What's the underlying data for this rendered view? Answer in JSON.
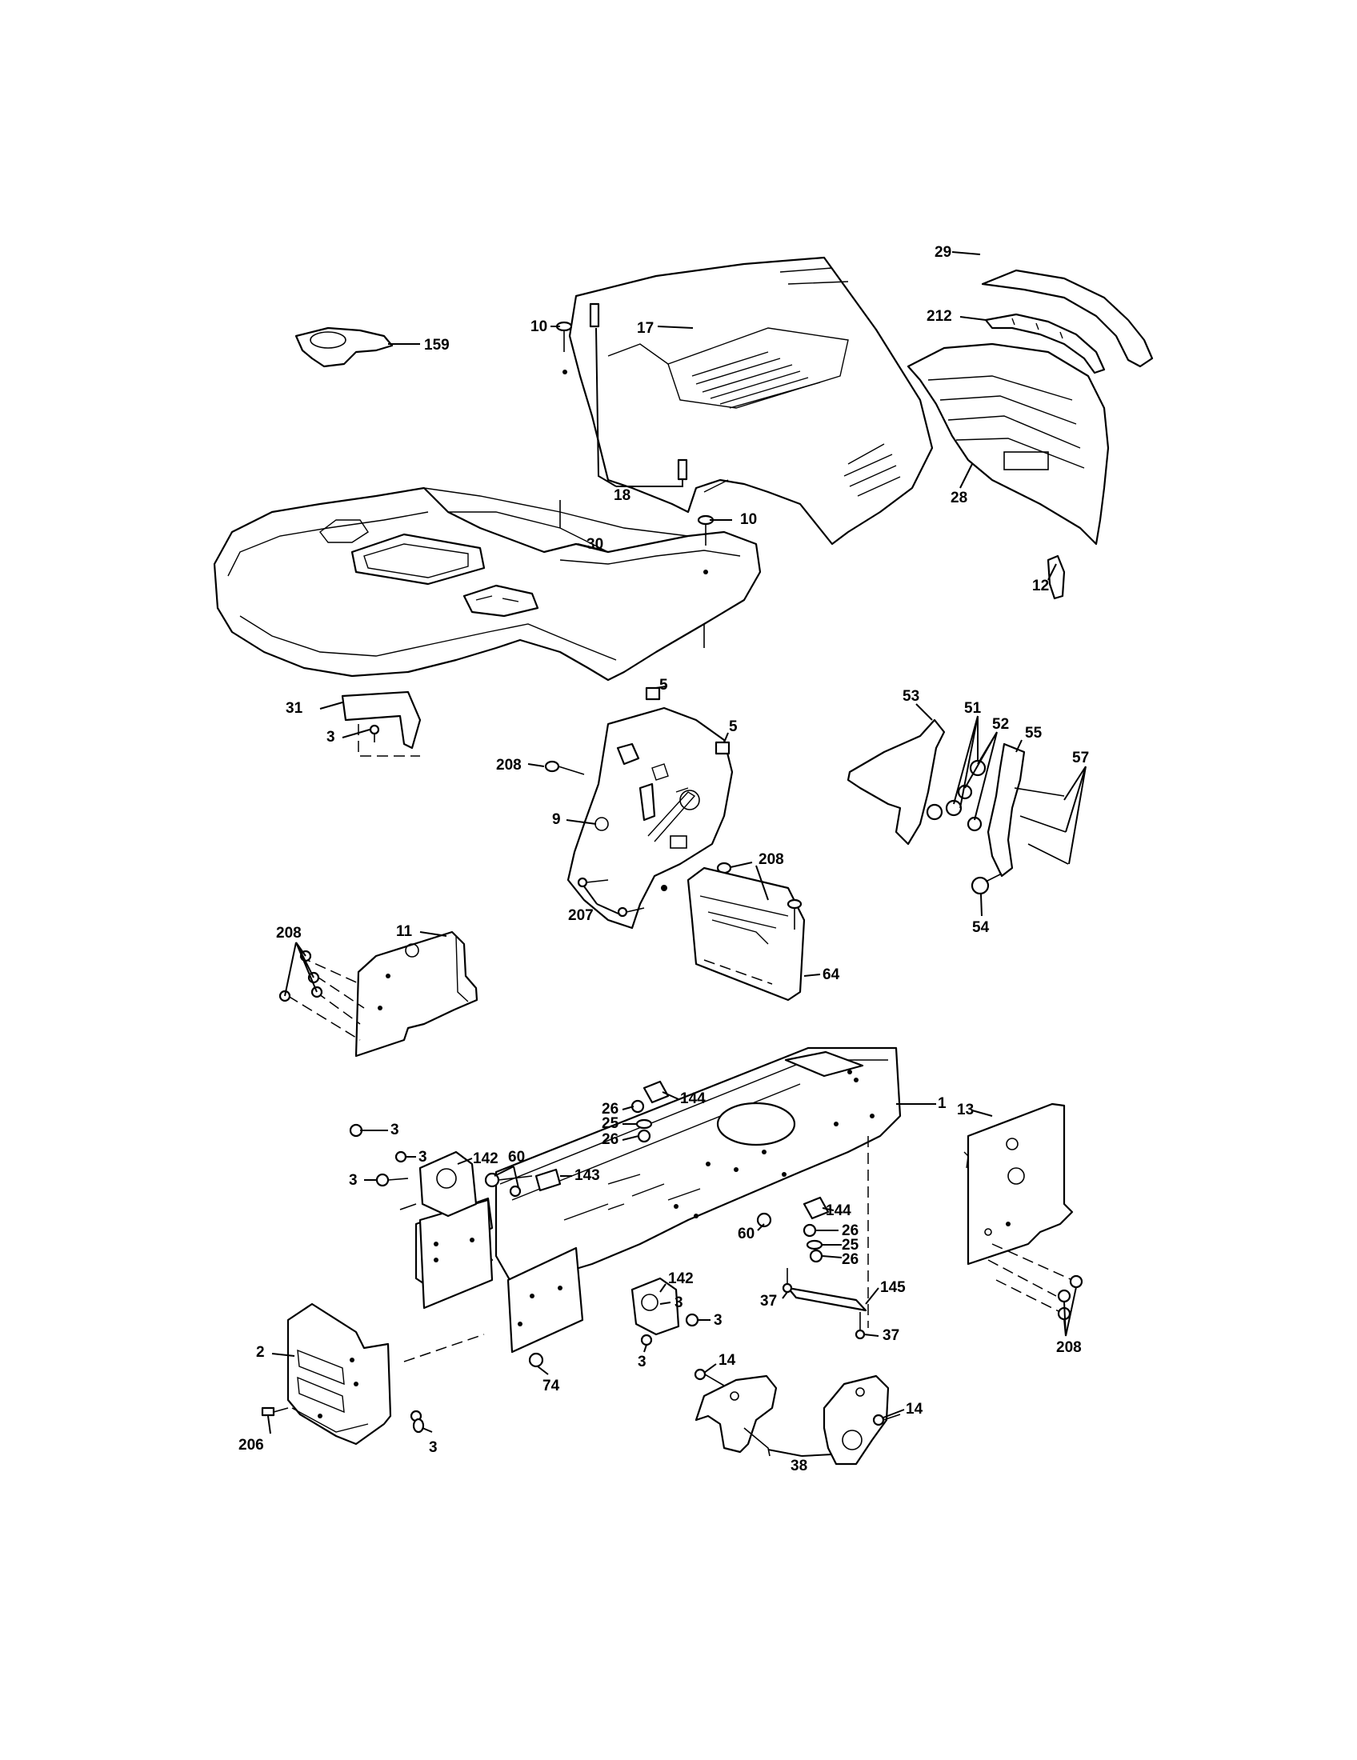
{
  "callouts": [
    {
      "id": "c-29",
      "label": "29"
    },
    {
      "id": "c-212",
      "label": "212"
    },
    {
      "id": "c-17",
      "label": "17"
    },
    {
      "id": "c-159",
      "label": "159"
    },
    {
      "id": "c-10a",
      "label": "10"
    },
    {
      "id": "c-18",
      "label": "18"
    },
    {
      "id": "c-28",
      "label": "28"
    },
    {
      "id": "c-10b",
      "label": "10"
    },
    {
      "id": "c-30",
      "label": "30"
    },
    {
      "id": "c-12",
      "label": "12"
    },
    {
      "id": "c-31",
      "label": "31"
    },
    {
      "id": "c-3a",
      "label": "3"
    },
    {
      "id": "c-5a",
      "label": "5"
    },
    {
      "id": "c-5b",
      "label": "5"
    },
    {
      "id": "c-208a",
      "label": "208"
    },
    {
      "id": "c-9",
      "label": "9"
    },
    {
      "id": "c-208b",
      "label": "208"
    },
    {
      "id": "c-207",
      "label": "207"
    },
    {
      "id": "c-64",
      "label": "64"
    },
    {
      "id": "c-53",
      "label": "53"
    },
    {
      "id": "c-51",
      "label": "51"
    },
    {
      "id": "c-52",
      "label": "52"
    },
    {
      "id": "c-55",
      "label": "55"
    },
    {
      "id": "c-57",
      "label": "57"
    },
    {
      "id": "c-54",
      "label": "54"
    },
    {
      "id": "c-208c",
      "label": "208"
    },
    {
      "id": "c-11",
      "label": "11"
    },
    {
      "id": "c-144a",
      "label": "144"
    },
    {
      "id": "c-26a",
      "label": "26"
    },
    {
      "id": "c-25a",
      "label": "25"
    },
    {
      "id": "c-26b",
      "label": "26"
    },
    {
      "id": "c-1",
      "label": "1"
    },
    {
      "id": "c-13",
      "label": "13"
    },
    {
      "id": "c-3b",
      "label": "3"
    },
    {
      "id": "c-3c",
      "label": "3"
    },
    {
      "id": "c-3d",
      "label": "3"
    },
    {
      "id": "c-142a",
      "label": "142"
    },
    {
      "id": "c-60a",
      "label": "60"
    },
    {
      "id": "c-143",
      "label": "143"
    },
    {
      "id": "c-144b",
      "label": "144"
    },
    {
      "id": "c-26c",
      "label": "26"
    },
    {
      "id": "c-25b",
      "label": "25"
    },
    {
      "id": "c-26d",
      "label": "26"
    },
    {
      "id": "c-60b",
      "label": "60"
    },
    {
      "id": "c-142b",
      "label": "142"
    },
    {
      "id": "c-3e",
      "label": "3"
    },
    {
      "id": "c-3f",
      "label": "3"
    },
    {
      "id": "c-3g",
      "label": "3"
    },
    {
      "id": "c-37a",
      "label": "37"
    },
    {
      "id": "c-145",
      "label": "145"
    },
    {
      "id": "c-37b",
      "label": "37"
    },
    {
      "id": "c-2",
      "label": "2"
    },
    {
      "id": "c-74",
      "label": "74"
    },
    {
      "id": "c-208d",
      "label": "208"
    },
    {
      "id": "c-14a",
      "label": "14"
    },
    {
      "id": "c-14b",
      "label": "14"
    },
    {
      "id": "c-206",
      "label": "206"
    },
    {
      "id": "c-3h",
      "label": "3"
    },
    {
      "id": "c-38",
      "label": "38"
    }
  ]
}
